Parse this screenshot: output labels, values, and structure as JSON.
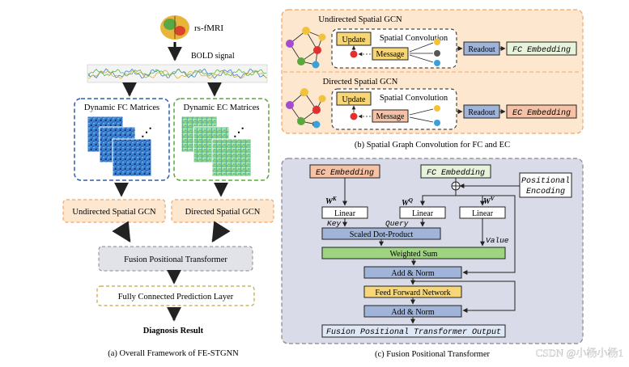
{
  "panel_a": {
    "input_label": "rs-fMRI",
    "bold_label": "BOLD signal",
    "fc_title": "Dynamic FC Matrices",
    "ec_title": "Dynamic EC Matrices",
    "undirected_gcn": "Undirected Spatial GCN",
    "directed_gcn": "Directed Spatial GCN",
    "fusion": "Fusion Positional Transformer",
    "fc_layer": "Fully Connected Prediction Layer",
    "result": "Diagnosis Result",
    "caption": "(a) Overall Framework of FE-STGNN"
  },
  "panel_b": {
    "undirected_title": "Undirected Spatial GCN",
    "directed_title": "Directed Spatial GCN",
    "update": "Update",
    "spatial_conv": "Spatial Convolution",
    "message": "Message",
    "readout": "Readout",
    "fc_embedding": "FC Embedding",
    "ec_embedding": "EC Embedding",
    "caption": "(b) Spatial Graph Convolution for FC and EC"
  },
  "panel_c": {
    "ec_embedding": "EC Embedding",
    "fc_embedding": "FC Embedding",
    "positional": "Positional",
    "encoding": "Encoding",
    "wk": "W",
    "wk_sup": "K",
    "wq": "W",
    "wq_sup": "Q",
    "wv": "W",
    "wv_sup": "V",
    "linear": "Linear",
    "key": "Key",
    "query": "Query",
    "value": "Value",
    "sdp": "Scaled Dot-Product",
    "weighted_sum": "Weighted Sum",
    "add_norm": "Add & Norm",
    "ffn": "Feed Forward Network",
    "output": "Fusion Positional Transformer Output",
    "caption": "(c) Fusion Positional Transformer"
  },
  "watermark": "CSDN @小杨小杨1",
  "colors": {
    "orange_fill": "#fde7cf",
    "orange_border": "#f0a56a",
    "blue_border": "#2f5fae",
    "green_border": "#5aa83c",
    "gray_fill": "#e1e3e8",
    "panel_c_bg": "#d9dce8",
    "blue_box": "#9fb4d8",
    "green_box": "#9ed47f",
    "yellow_box": "#f6d677",
    "pink_box": "#f6c1a5"
  }
}
